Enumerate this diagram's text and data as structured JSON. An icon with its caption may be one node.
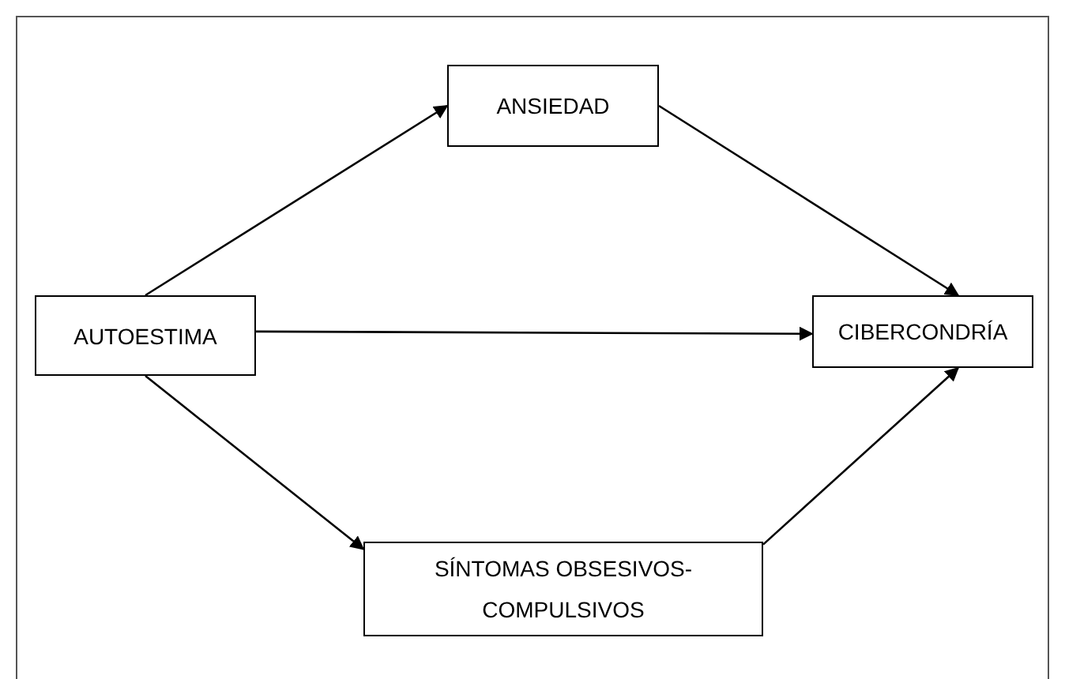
{
  "diagram": {
    "nodes": [
      {
        "text": [
          "AUTOESTIMA"
        ]
      },
      {
        "text": [
          "ANSIEDAD"
        ]
      },
      {
        "text": [
          "CIBERCONDRÍA"
        ]
      },
      {
        "text": [
          "SÍNTOMAS OBSESIVOS-COMPULSIVOS"
        ]
      }
    ],
    "edges": [
      {
        "from": 0,
        "to": 1,
        "arrow": "to"
      },
      {
        "from": 1,
        "to": 2,
        "arrow": "to"
      },
      {
        "from": 0,
        "to": 2,
        "arrow": "to"
      },
      {
        "from": 0,
        "to": 3,
        "arrow": "to"
      },
      {
        "from": 3,
        "to": 2,
        "arrow": "to"
      }
    ]
  }
}
